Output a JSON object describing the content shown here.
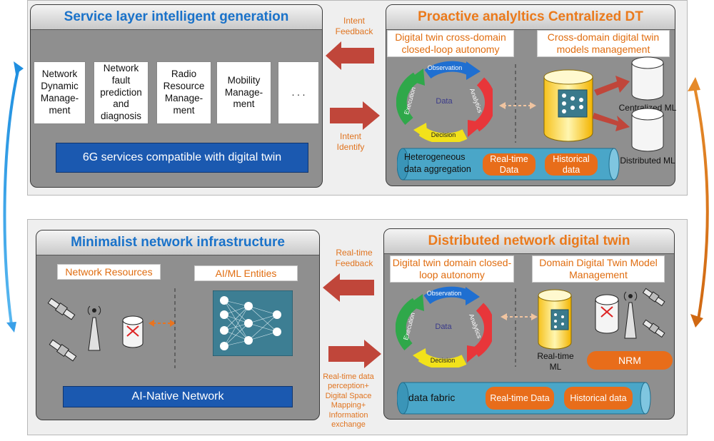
{
  "top_left": {
    "title": "Service layer intelligent generation",
    "boxes": [
      "Network Dynamic Manage-ment",
      "Network fault prediction and diagnosis",
      "Radio Resource Manage-ment",
      "Mobility Manage-ment",
      ". . ."
    ],
    "bar": "6G services compatible with digital twin"
  },
  "top_right": {
    "title": "Proactive analyltics Centralized DT",
    "label_left": "Digital twin cross-domain closed-loop autonomy",
    "label_right": "Cross-domain digital twin models management",
    "cycle": {
      "center": "Data",
      "top": "Observation",
      "right": "Analytics",
      "bottom": "Decision",
      "left": "Execution"
    },
    "centralized_ml": "Centralized ML",
    "distributed_ml": "Distributed ML",
    "pipe_text": "Heterogeneous data aggregation",
    "pill_realtime": "Real-time Data",
    "pill_historical": "Historical data"
  },
  "bottom_left": {
    "title": "Minimalist network infrastructure",
    "label_resources": "Network Resources",
    "label_ai": "AI/ML Entities",
    "bar": "AI-Native Network"
  },
  "bottom_right": {
    "title": "Distributed network digital twin",
    "label_left": "Digital twin domain closed-loop autonomy",
    "label_right": "Domain Digital Twin Model Management",
    "cycle": {
      "center": "Data",
      "top": "Observation",
      "right": "Analytics",
      "bottom": "Decision",
      "left": "Execution"
    },
    "realtime_ml": "Real-time ML",
    "nrm": "NRM",
    "pipe_text": "data fabric",
    "pill_realtime": "Real-time Data",
    "pill_historical": "Historical data"
  },
  "arrows": {
    "intent_feedback": "Intent Feedback",
    "intent_identify": "Intent Identify",
    "realtime_feedback": "Real-time Feedback",
    "realtime_perception": "Real-time data perception+ Digital Space Mapping+ Information exchange"
  },
  "colors": {
    "title_blue": "#1a72c9",
    "title_orange": "#ea7a1c",
    "arrow_red": "#c0463a",
    "pill_orange": "#e86d1a",
    "bar_blue": "#1b59b0"
  }
}
